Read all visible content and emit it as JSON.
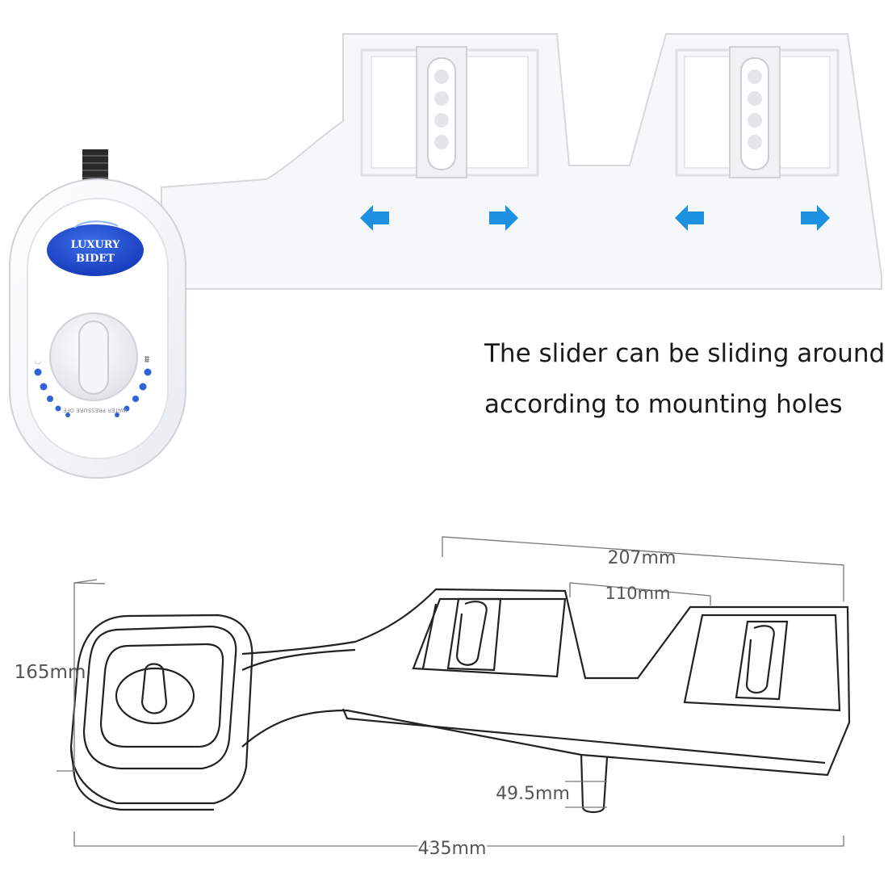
{
  "photo": {
    "logo": "LUXURY BIDET",
    "dial_text": "WATER PRESSURE OFF",
    "slide_arrows": [
      "arrow-left-icon",
      "arrow-right-icon",
      "arrow-left-icon",
      "arrow-right-icon"
    ],
    "arrow_color": "#1e90e0",
    "dot_color": "#2e64d6"
  },
  "caption": {
    "line1": "The slider can be sliding around",
    "line2": "according to mounting holes"
  },
  "dimensions": {
    "slot_span": "207mm",
    "slot_width": "110mm",
    "height": "165mm",
    "nozzle": "49.5mm",
    "length": "435mm"
  }
}
